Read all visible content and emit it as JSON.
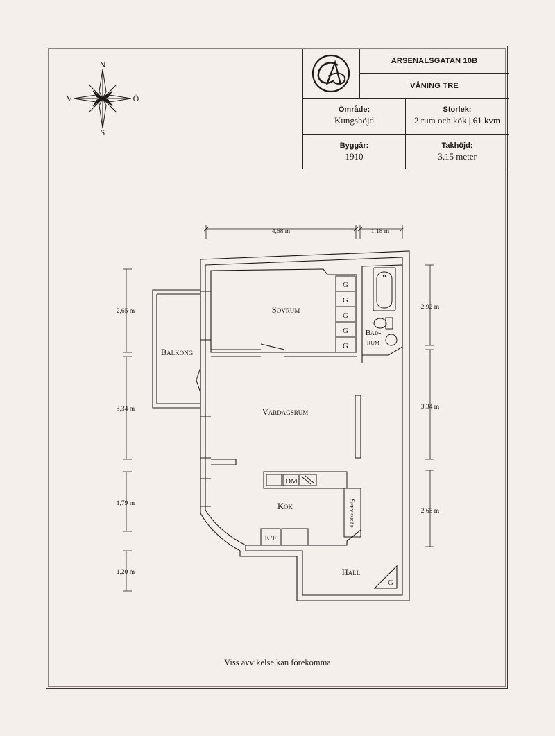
{
  "header": {
    "address": "ARSENALSGATAN 10B",
    "floor": "VÅNING TRE",
    "logo_icon": "monogram-ab-logo",
    "area": {
      "label": "Område:",
      "value": "Kungshöjd"
    },
    "size": {
      "label": "Storlek:",
      "value": "2 rum och kök | 61 kvm"
    },
    "built": {
      "label": "Byggår:",
      "value": "1910"
    },
    "ceiling": {
      "label": "Takhöjd:",
      "value": "3,15 meter"
    }
  },
  "compass": {
    "n": "N",
    "s": "S",
    "e": "Ö",
    "w": "V"
  },
  "rooms": {
    "sovrum": "Sovrum",
    "vardagsrum": "Vardagsrum",
    "kok": "Kök",
    "balkong": "Balkong",
    "badrum_1": "Bad-",
    "badrum_2": "rum",
    "hall": "Hall",
    "serveringsskap": "Serveskåp"
  },
  "fixtures": {
    "wardrobe": "G",
    "dishwasher": "DM",
    "fridge_freezer": "K/F",
    "hall_wardrobe": "G"
  },
  "dimensions": {
    "top_left": "4,68 m",
    "top_right": "1,18 m",
    "left_1": "2,65 m",
    "left_2": "3,34 m",
    "left_3": "1,79 m",
    "left_4": "1,20 m",
    "right_1": "2,92 m",
    "right_2": "3,34 m",
    "right_3": "2,65 m"
  },
  "disclaimer": "Viss avvikelse kan förekomma",
  "colors": {
    "background": "#f5efeb",
    "ink": "#1e1a18"
  }
}
